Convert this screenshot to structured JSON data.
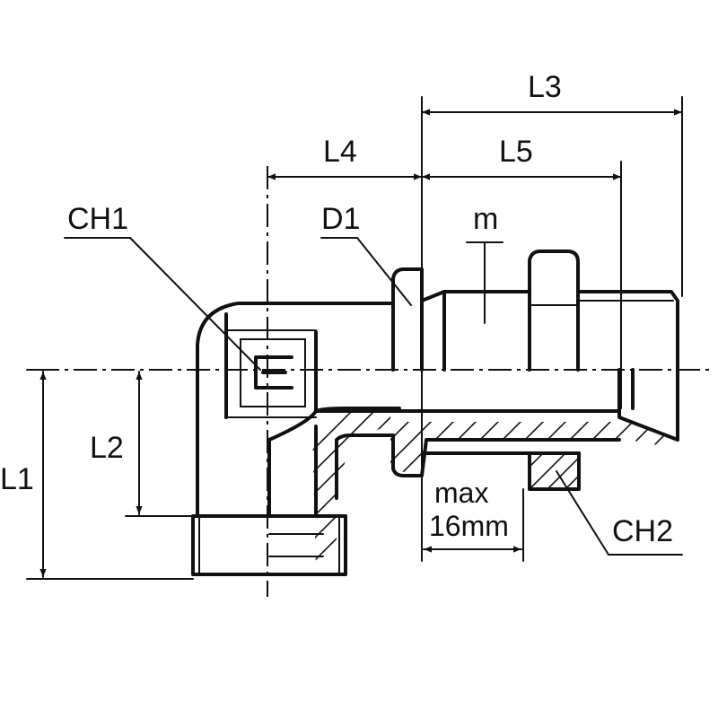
{
  "labels": {
    "L1": "L1",
    "L2": "L2",
    "L3": "L3",
    "L4": "L4",
    "L5": "L5",
    "CH1": "CH1",
    "CH2": "CH2",
    "D1": "D1",
    "m": "m",
    "max_line1": "max",
    "max_line2": "16mm"
  }
}
